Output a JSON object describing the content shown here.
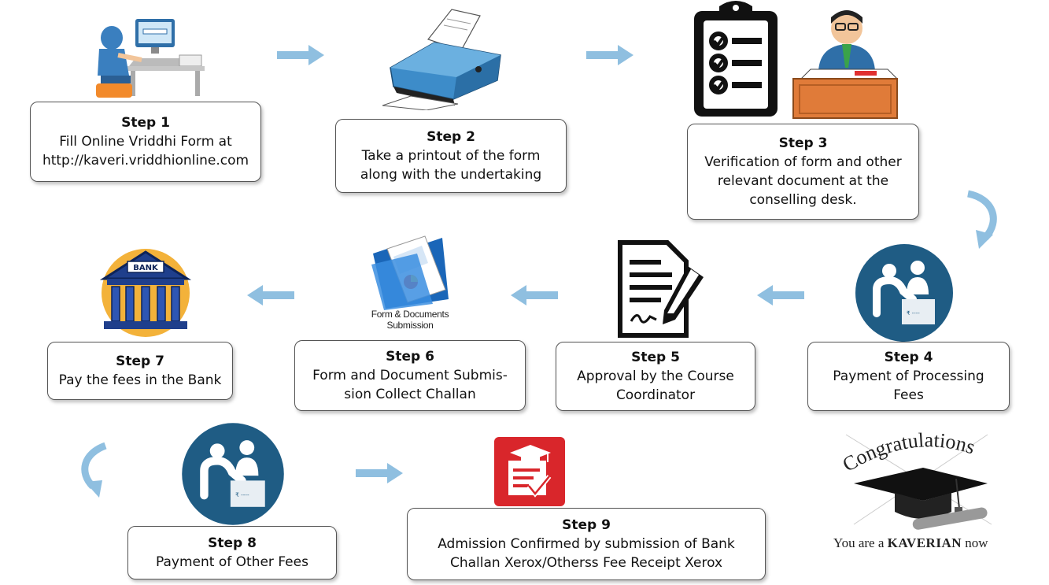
{
  "steps": [
    {
      "title": "Step 1",
      "lines": [
        "Fill Online Vriddhi Form at",
        "http://kaveri.vriddhionline.com"
      ]
    },
    {
      "title": "Step 2",
      "lines": [
        "Take a printout of the form",
        "along with the undertaking"
      ]
    },
    {
      "title": "Step 3",
      "lines": [
        "Verification of form and other",
        "relevant document at the",
        "conselling desk."
      ]
    },
    {
      "title": "Step 4",
      "lines": [
        "Payment of Processing",
        "Fees"
      ]
    },
    {
      "title": "Step 5",
      "lines": [
        "Approval by the Course",
        "Coordinator"
      ]
    },
    {
      "title": "Step 6",
      "lines": [
        "Form and Document Submis-",
        "sion Collect Challan"
      ]
    },
    {
      "title": "Step 7",
      "lines": [
        "Pay the fees in the Bank"
      ]
    },
    {
      "title": "Step 8",
      "lines": [
        "Payment of Other Fees"
      ]
    },
    {
      "title": "Step 9",
      "lines": [
        "Admission Confirmed by submission of Bank",
        "Challan Xerox/Otherss Fee Receipt Xerox"
      ]
    }
  ],
  "icons": {
    "step1": "computer-user-icon",
    "step2": "printer-icon",
    "step3a": "checklist-clipboard-icon",
    "step3b": "officer-at-desk-icon",
    "step4": "payment-counter-icon",
    "step5": "signed-document-icon",
    "step6": "folder-documents-icon",
    "step7": "bank-icon",
    "step8": "payment-counter-icon",
    "step9": "graduation-form-icon"
  },
  "labels": {
    "bank_sign": "BANK",
    "folder_caption_1": "Form & Documents",
    "folder_caption_2": "Submission",
    "congrats_word": "Congratulations",
    "congrats_pre": "You are a ",
    "congrats_name": "KAVERIAN",
    "congrats_post": " now"
  },
  "colors": {
    "arrow": "#8fbfe0",
    "circle": "#1f5c84",
    "red": "#d9262b",
    "desk": "#e07b39"
  }
}
